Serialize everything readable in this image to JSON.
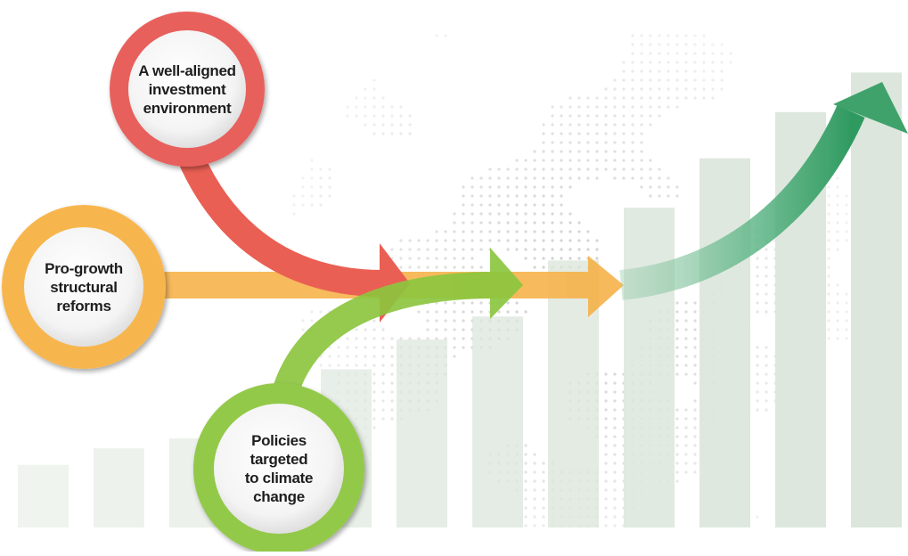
{
  "drivers": [
    {
      "id": "investment",
      "lines": [
        "A well-aligned",
        "investment",
        "environment"
      ],
      "ring_color": "#e8605c",
      "arrow_color": "#ea5f53"
    },
    {
      "id": "reforms",
      "lines": [
        "Pro-growth",
        "structural",
        "reforms"
      ],
      "ring_color": "#f7b64e",
      "arrow_color": "#f6b24a"
    },
    {
      "id": "climate",
      "lines": [
        "Policies",
        "targeted",
        "to climate",
        "change"
      ],
      "ring_color": "#93c94a",
      "arrow_color": "#8cc63f"
    }
  ],
  "outcome_arrow_color": "#3fa26b",
  "bar_color": "#dce6dc",
  "bar_levels": [
    0.19,
    0.24,
    0.27,
    0.39,
    0.48,
    0.57,
    0.64,
    0.81,
    0.97,
    1.12,
    1.26,
    1.38
  ],
  "globe_dot_color": "#bdbdbd"
}
